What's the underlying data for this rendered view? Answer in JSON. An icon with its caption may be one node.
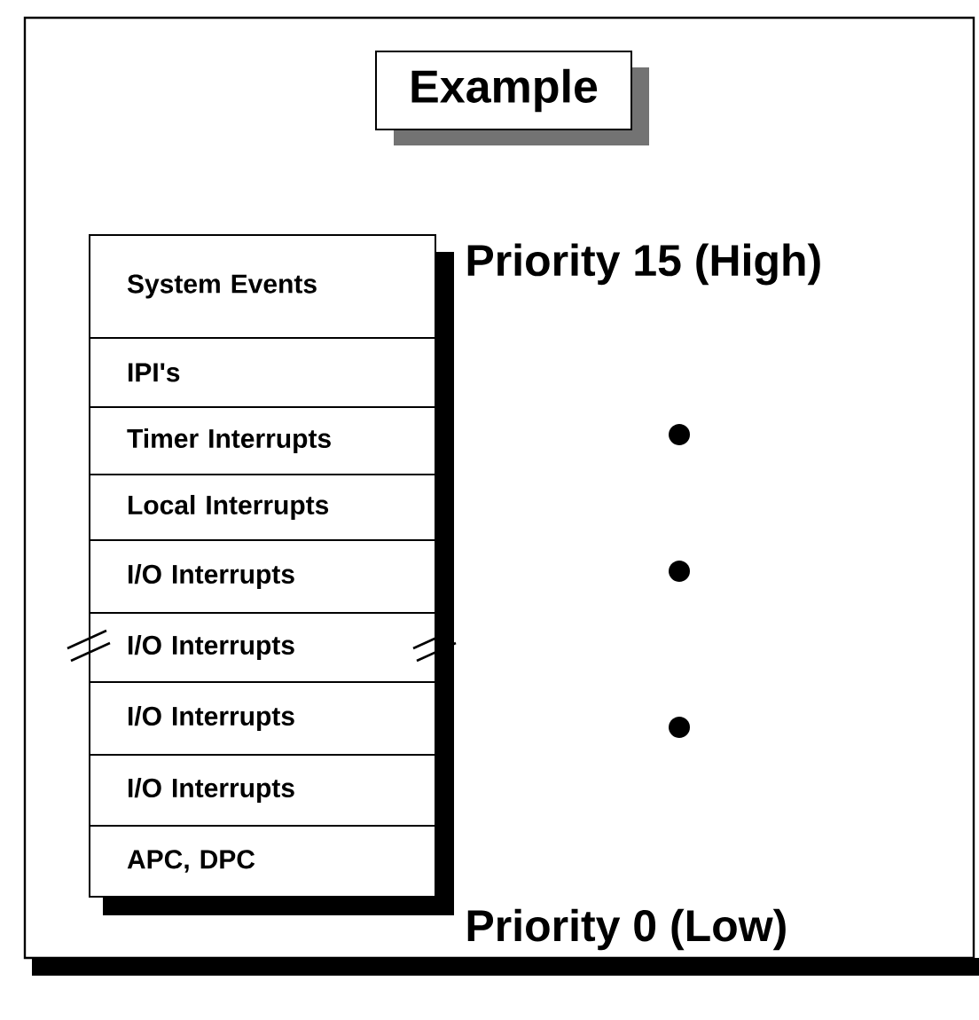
{
  "diagram": {
    "title": "Example",
    "nodes": [
      {
        "text": [
          "System Events"
        ]
      },
      {
        "text": [
          "IPI's"
        ]
      },
      {
        "text": [
          "Timer Interrupts"
        ]
      },
      {
        "text": [
          "Local Interrupts"
        ]
      },
      {
        "text": [
          "I/O Interrupts"
        ]
      },
      {
        "text": [
          "I/O Interrupts"
        ]
      },
      {
        "text": [
          "I/O Interrupts"
        ]
      },
      {
        "text": [
          "I/O Interrupts"
        ]
      },
      {
        "text": [
          "APC, DPC"
        ]
      }
    ],
    "labels": [
      "Priority 15 (High)",
      "Priority 0 (Low)"
    ]
  }
}
